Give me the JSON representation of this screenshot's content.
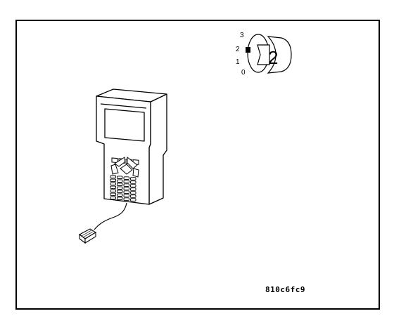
{
  "key_switch": {
    "positions": [
      "3",
      "2",
      "1",
      "0"
    ],
    "key_number": "2"
  },
  "figure_code": "810c6fc9"
}
